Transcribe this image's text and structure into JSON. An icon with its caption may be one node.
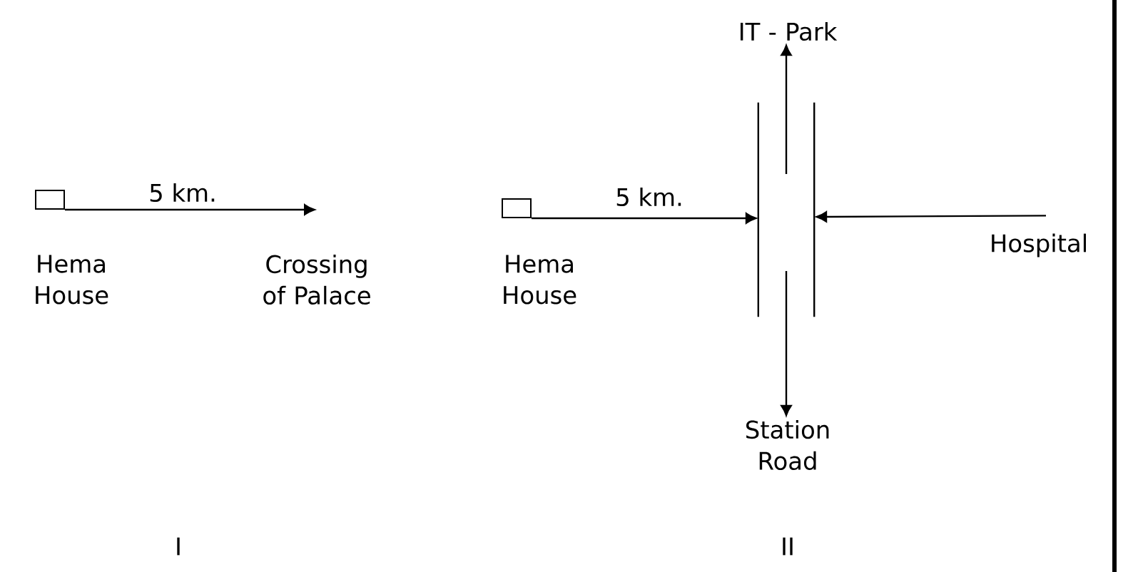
{
  "diagram": {
    "nodes": [
      {
        "text": [],
        "shape": "box",
        "beside": [
          "Hema House"
        ]
      },
      {
        "text": [
          "Crossing of Palace"
        ]
      },
      {
        "text": [],
        "shape": "box",
        "beside": [
          "Hema House"
        ]
      },
      {
        "text": [],
        "shape": "road"
      },
      {
        "text": [
          "Hospital"
        ]
      },
      {
        "text": [
          "IT - Park"
        ]
      },
      {
        "text": [
          "Station Road"
        ]
      }
    ],
    "edges": [
      {
        "from": 0,
        "to": 1,
        "arrow": "to",
        "label": "5 km."
      },
      {
        "from": 2,
        "to": 3,
        "arrow": "to",
        "label": "5 km."
      },
      {
        "from": 3,
        "to": 5,
        "arrow": "to"
      },
      {
        "from": 3,
        "to": 6,
        "arrow": "to"
      },
      {
        "from": 4,
        "to": 3,
        "arrow": "to"
      }
    ],
    "labels": [
      "I",
      "II"
    ]
  }
}
